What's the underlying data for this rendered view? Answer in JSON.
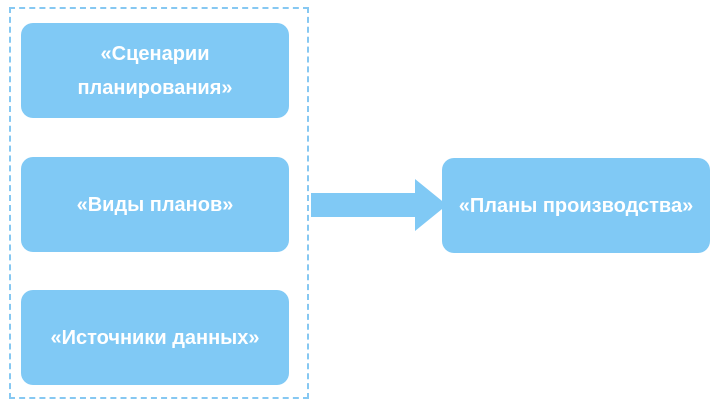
{
  "diagram": {
    "inputs": [
      {
        "label": "«Сценарии планирования»"
      },
      {
        "label": "«Виды планов»"
      },
      {
        "label": "«Источники данных»"
      }
    ],
    "output": {
      "label": "«Планы производства»"
    },
    "colors": {
      "box_fill": "#80c9f5",
      "box_text": "#ffffff",
      "frame_dash": "#86c8f2",
      "arrow_fill": "#80c9f5"
    }
  }
}
